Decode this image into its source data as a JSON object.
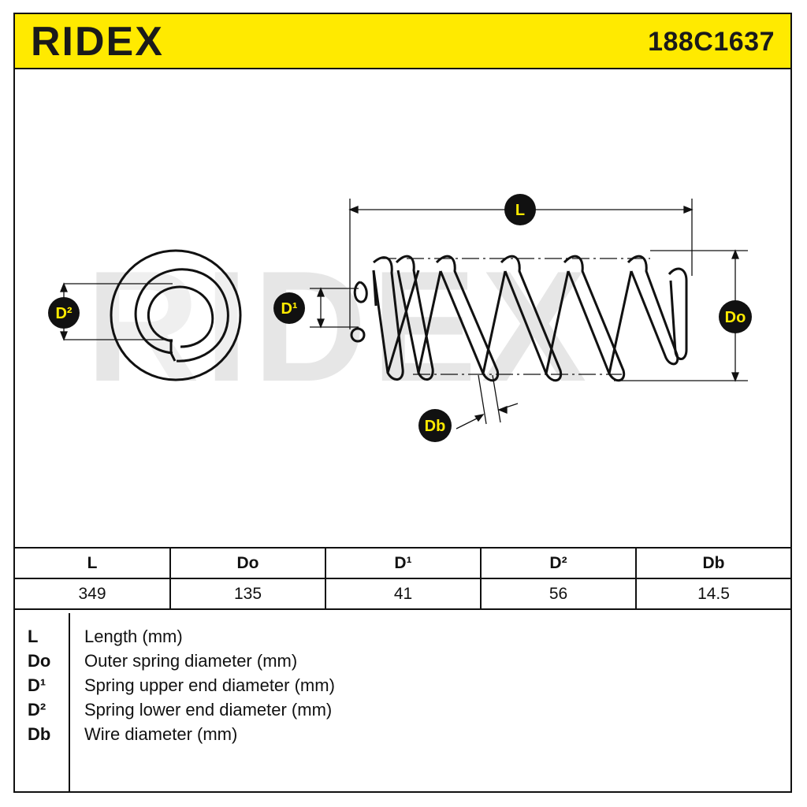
{
  "header": {
    "brand": "RIDEX",
    "part_number": "188C1637",
    "color_yellow": "#ffea00"
  },
  "drawing": {
    "labels": {
      "L": "L",
      "Do": "Do",
      "D1": "D¹",
      "D2": "D²",
      "Db": "Db"
    },
    "watermark": "RIDEX"
  },
  "spec_table": {
    "headers": [
      "L",
      "Do",
      "D¹",
      "D²",
      "Db"
    ],
    "values": [
      "349",
      "135",
      "41",
      "56",
      "14.5"
    ]
  },
  "legend": [
    {
      "symbol": "L",
      "description": "Length (mm)"
    },
    {
      "symbol": "Do",
      "description": "Outer spring diameter (mm)"
    },
    {
      "symbol": "D¹",
      "description": "Spring upper end diameter (mm)"
    },
    {
      "symbol": "D²",
      "description": "Spring lower end diameter (mm)"
    },
    {
      "symbol": "Db",
      "description": "Wire diameter (mm)"
    }
  ]
}
